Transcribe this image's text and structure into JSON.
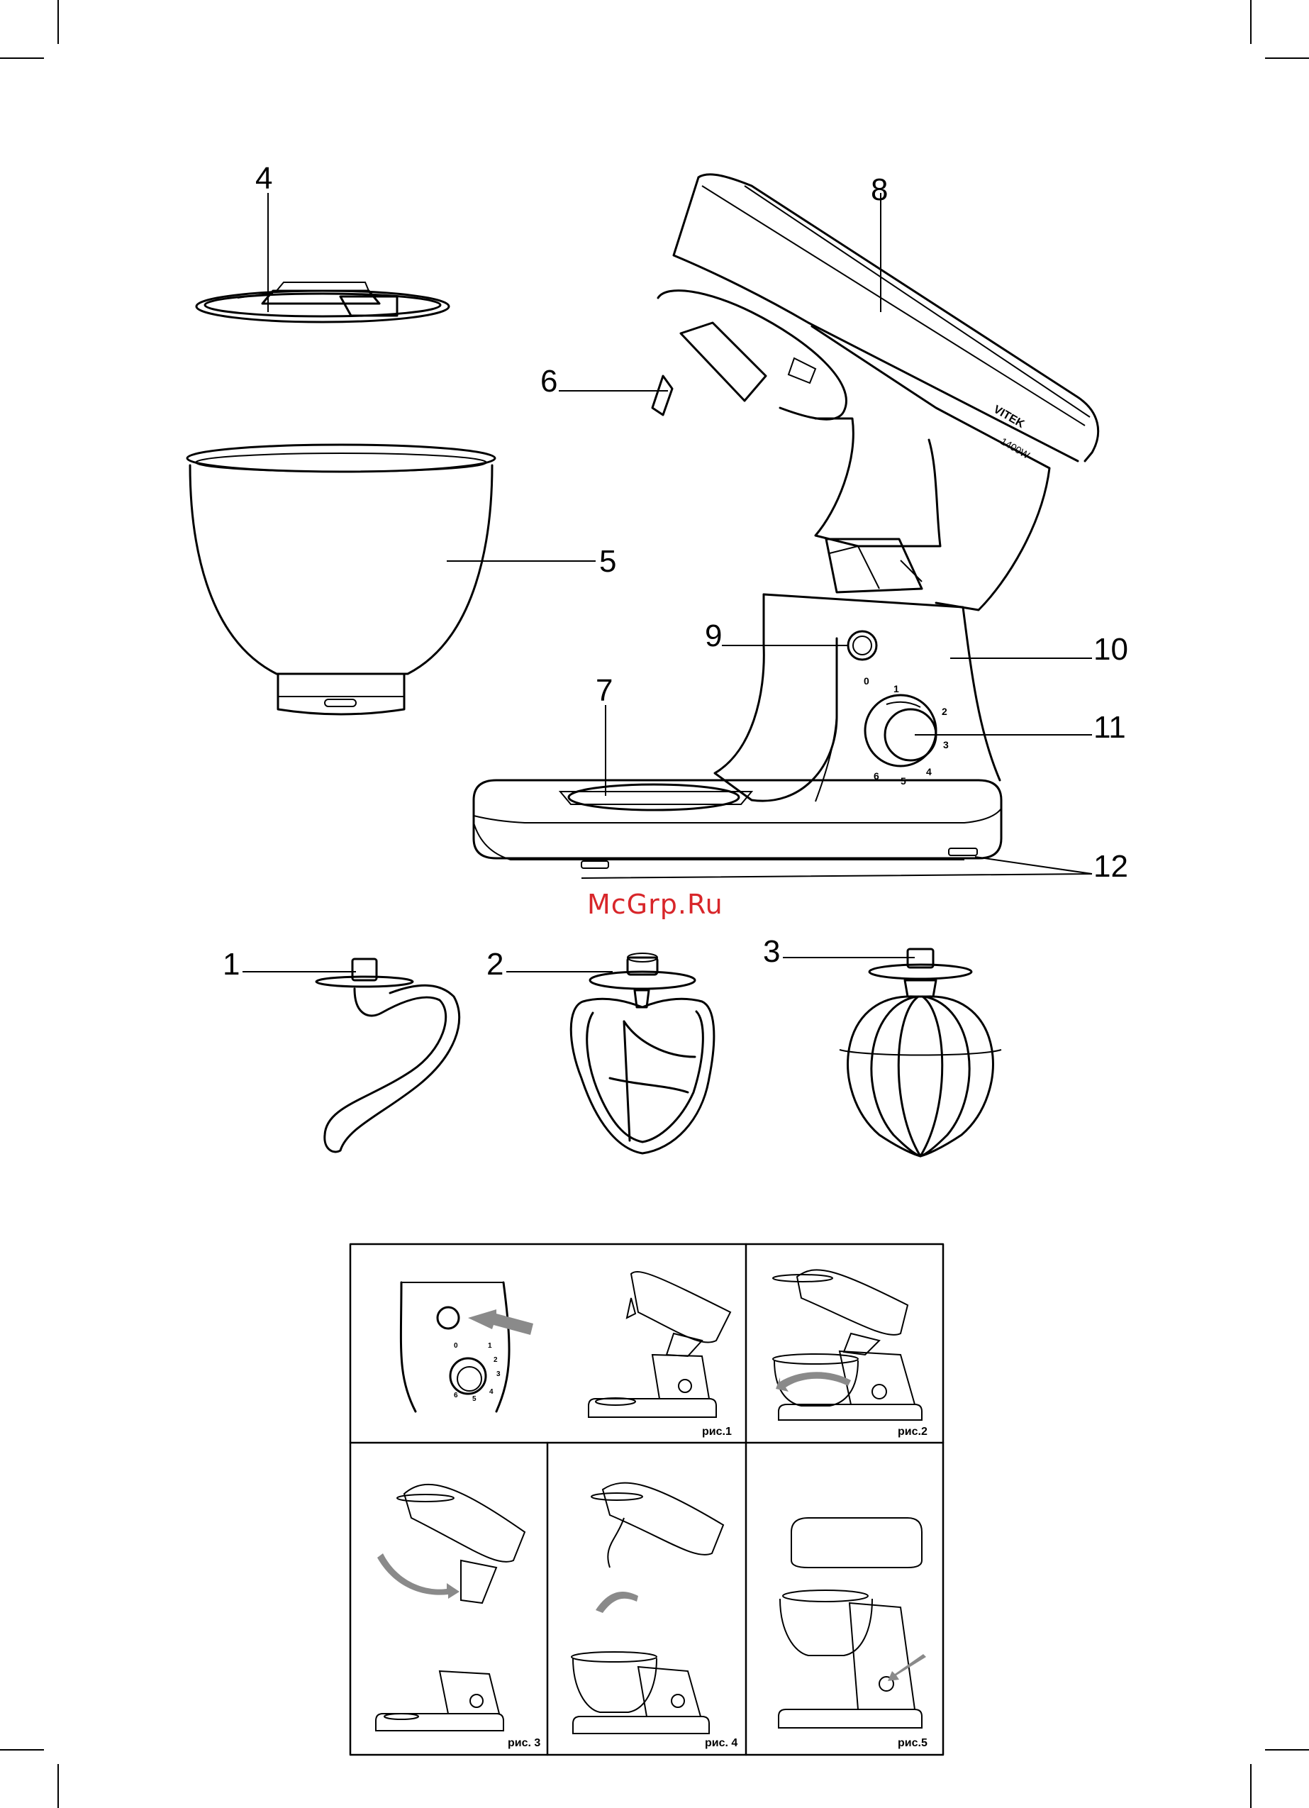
{
  "callouts": {
    "n1": "1",
    "n2": "2",
    "n3": "3",
    "n4": "4",
    "n5": "5",
    "n6": "6",
    "n7": "7",
    "n8": "8",
    "n9": "9",
    "n10": "10",
    "n11": "11",
    "n12": "12"
  },
  "brand": {
    "name": "VITEK",
    "power": "1400W"
  },
  "speed_dial": {
    "marks": [
      "0",
      "1",
      "2",
      "3",
      "4",
      "5",
      "6"
    ]
  },
  "watermark": "McGrp.Ru",
  "figures": {
    "fig1": "рис.1",
    "fig2": "рис.2",
    "fig3": "рис. 3",
    "fig4": "рис. 4",
    "fig5": "рис.5"
  },
  "colors": {
    "line": "#000000",
    "watermark": "#d8262a",
    "arrow": "#8a8a8a"
  }
}
